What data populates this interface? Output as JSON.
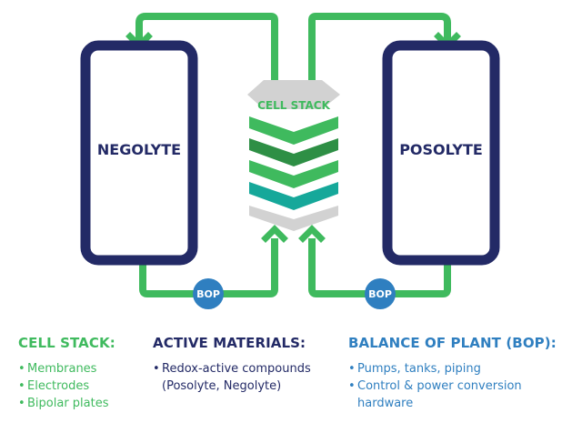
{
  "colors": {
    "navy": "#232a66",
    "green": "#3fba5e",
    "dark_green": "#2e8f45",
    "teal": "#16a89a",
    "gray": "#d2d2d2",
    "blue": "#2f7fc0"
  },
  "tanks": {
    "left": "NEGOLYTE",
    "right": "POSOLYTE"
  },
  "stack": {
    "label": "CELL STACK"
  },
  "bop": {
    "left": "BOP",
    "right": "BOP"
  },
  "legend": {
    "cell_stack": {
      "title": "CELL STACK:",
      "items": [
        "Membranes",
        "Electrodes",
        "Bipolar plates"
      ]
    },
    "active_materials": {
      "title": "ACTIVE MATERIALS:",
      "items": [
        "Redox-active compounds (Posolyte, Negolyte)"
      ]
    },
    "balance_of_plant": {
      "title": "BALANCE OF PLANT (BOP):",
      "items": [
        "Pumps, tanks, piping",
        "Control & power conversion hardware"
      ]
    }
  }
}
